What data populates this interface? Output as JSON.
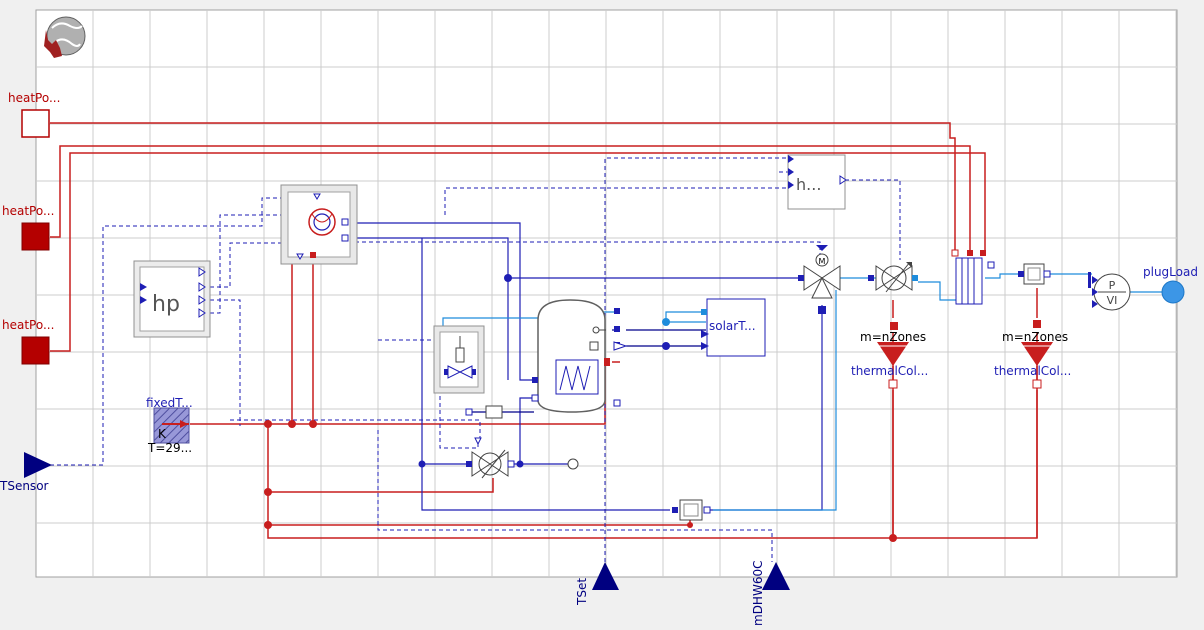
{
  "ports": {
    "heat_port_1": "heatPo...",
    "heat_port_2": "heatPo...",
    "heat_port_3": "heatPo...",
    "t_sensor": "TSensor",
    "t_set": "TSet",
    "m_dhw": "mDHW60C",
    "plug_load": "plugLoad"
  },
  "blocks": {
    "heat_pump": "hp",
    "fixed_temp": "fixedT...",
    "fixed_temp_unit": "K",
    "fixed_temp_value": "T=29...",
    "h_block": "h...",
    "solar_block": "solarT...",
    "thermal_col_1": "thermalCol...",
    "thermal_col_2": "thermalCol...",
    "m_param_1": "m=nZones",
    "m_param_2": "m=nZones",
    "pv_p": "P",
    "pv_vi": "VI"
  },
  "colors": {
    "grid_bg": "#ffffff",
    "grid_line": "#c8c8c8",
    "thermal_red": "#c81e1e",
    "signal_blue": "#1e1eb4",
    "fluid_blue": "#1e8cdc",
    "dark_navy": "#000080",
    "port_red_fill": "#b40000"
  }
}
